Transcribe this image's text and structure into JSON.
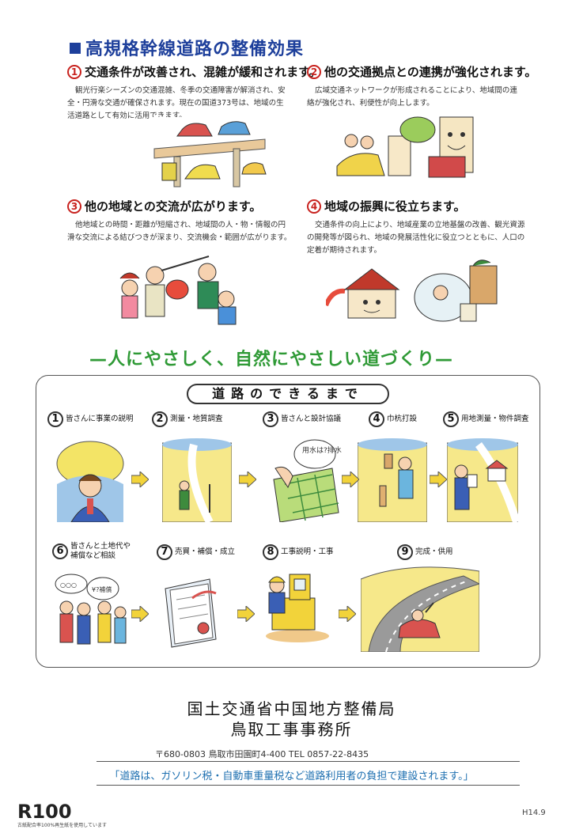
{
  "title": "高規格幹線道路の整備効果",
  "effects": [
    {
      "num": "1",
      "heading": "交通条件が改善され、混雑が緩和されます。",
      "body": "観光行楽シーズンの交通混雑、冬季の交通障害が解消され、安全・円滑な交通が確保されます。現在の国道373号は、地域の生活道路として有効に活用できます。"
    },
    {
      "num": "2",
      "heading": "他の交通拠点との連携が強化されます。",
      "body": "広域交通ネットワークが形成されることにより、地域間の連絡が強化され、利便性が向上します。"
    },
    {
      "num": "3",
      "heading": "他の地域との交流が広がります。",
      "body": "他地域との時間・距離が短縮され、地域間の人・物・情報の円滑な交流による結びつきが深まり、交流機会・範囲が広がります。"
    },
    {
      "num": "4",
      "heading": "地域の振興に役立ちます。",
      "body": "交通条件の向上により、地域産業の立地基盤の改善、観光資源の開発等が図られ、地域の発展活性化に役立つとともに、人口の定着が期待されます。"
    }
  ],
  "slogan": "—人にやさしく、自然にやさしい道づくり—",
  "process": {
    "title": "道路のできるまで",
    "steps": [
      {
        "num": "1",
        "label": "皆さんに事業の説明"
      },
      {
        "num": "2",
        "label": "測量・地質調査"
      },
      {
        "num": "3",
        "label": "皆さんと設計協議"
      },
      {
        "num": "4",
        "label": "巾杭打設"
      },
      {
        "num": "5",
        "label": "用地測量・物件調査"
      },
      {
        "num": "6",
        "label": "皆さんと土地代や補償など相談"
      },
      {
        "num": "7",
        "label": "売買・補償・成立"
      },
      {
        "num": "8",
        "label": "工事説明・工事"
      },
      {
        "num": "9",
        "label": "完成・供用"
      }
    ],
    "bubble_text": "用水は?排水は?",
    "bubble_text2": "¥?補償"
  },
  "org": {
    "line1": "国土交通省中国地方整備局",
    "line2": "鳥取工事事務所",
    "address": "〒680-0803 鳥取市田園町4-400 TEL 0857-22-8435"
  },
  "notice": "「道路は、ガソリン税・自動車重量税など道路利用者の負担で建設されます。」",
  "footer": {
    "r100": "R100",
    "r100_note": "古紙配合率100%再生紙を使用しています",
    "date": "H14.9"
  },
  "colors": {
    "title": "#1d3f9b",
    "slogan": "#2f9a36",
    "number_circle": "#c8221e",
    "notice": "#1d6fb0"
  }
}
